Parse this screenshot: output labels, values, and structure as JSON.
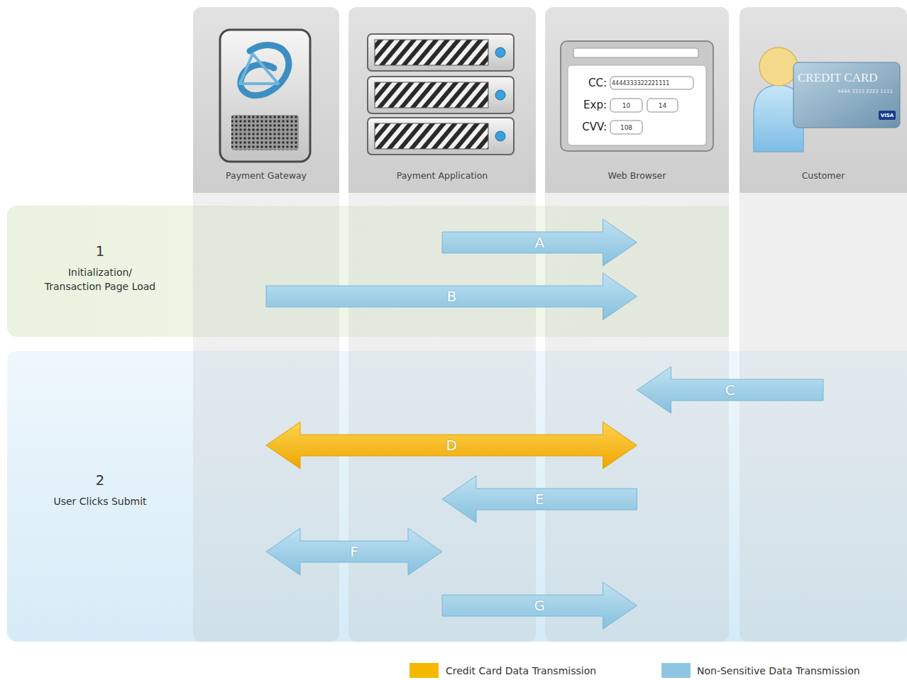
{
  "diagram": {
    "nodes": [
      {
        "text": [
          "Payment Gateway"
        ]
      },
      {
        "text": [
          "Payment Application"
        ]
      },
      {
        "text": [
          "Web Browser"
        ]
      },
      {
        "text": [
          "Customer"
        ]
      },
      {
        "text": [
          "1",
          "Initialization/ Transaction Page Load"
        ]
      },
      {
        "text": [
          "2",
          "User Clicks Submit"
        ]
      }
    ],
    "edges": [
      {
        "from": 1,
        "to": 2,
        "label": "A",
        "arrow": "to"
      },
      {
        "from": 0,
        "to": 2,
        "label": "B",
        "arrow": "to"
      },
      {
        "from": 3,
        "to": 2,
        "label": "C",
        "arrow": "to"
      },
      {
        "from": 0,
        "to": 2,
        "label": "D",
        "arrow": "both"
      },
      {
        "from": 2,
        "to": 1,
        "label": "E",
        "arrow": "to"
      },
      {
        "from": 0,
        "to": 1,
        "label": "F",
        "arrow": "both"
      },
      {
        "from": 1,
        "to": 2,
        "label": "G",
        "arrow": "to"
      }
    ],
    "labels": [
      "CC:",
      "4444333322221111",
      "Exp:",
      "10",
      "14",
      "CVV:",
      "108",
      "CREDIT CARD",
      "4444 3333 2222 1111",
      "VISA"
    ],
    "legend": [
      {
        "text": "Credit Card Data Transmission",
        "color": "#f5b800"
      },
      {
        "text": "Non-Sensitive Data Transmission",
        "color": "#8ec6e2"
      }
    ]
  }
}
